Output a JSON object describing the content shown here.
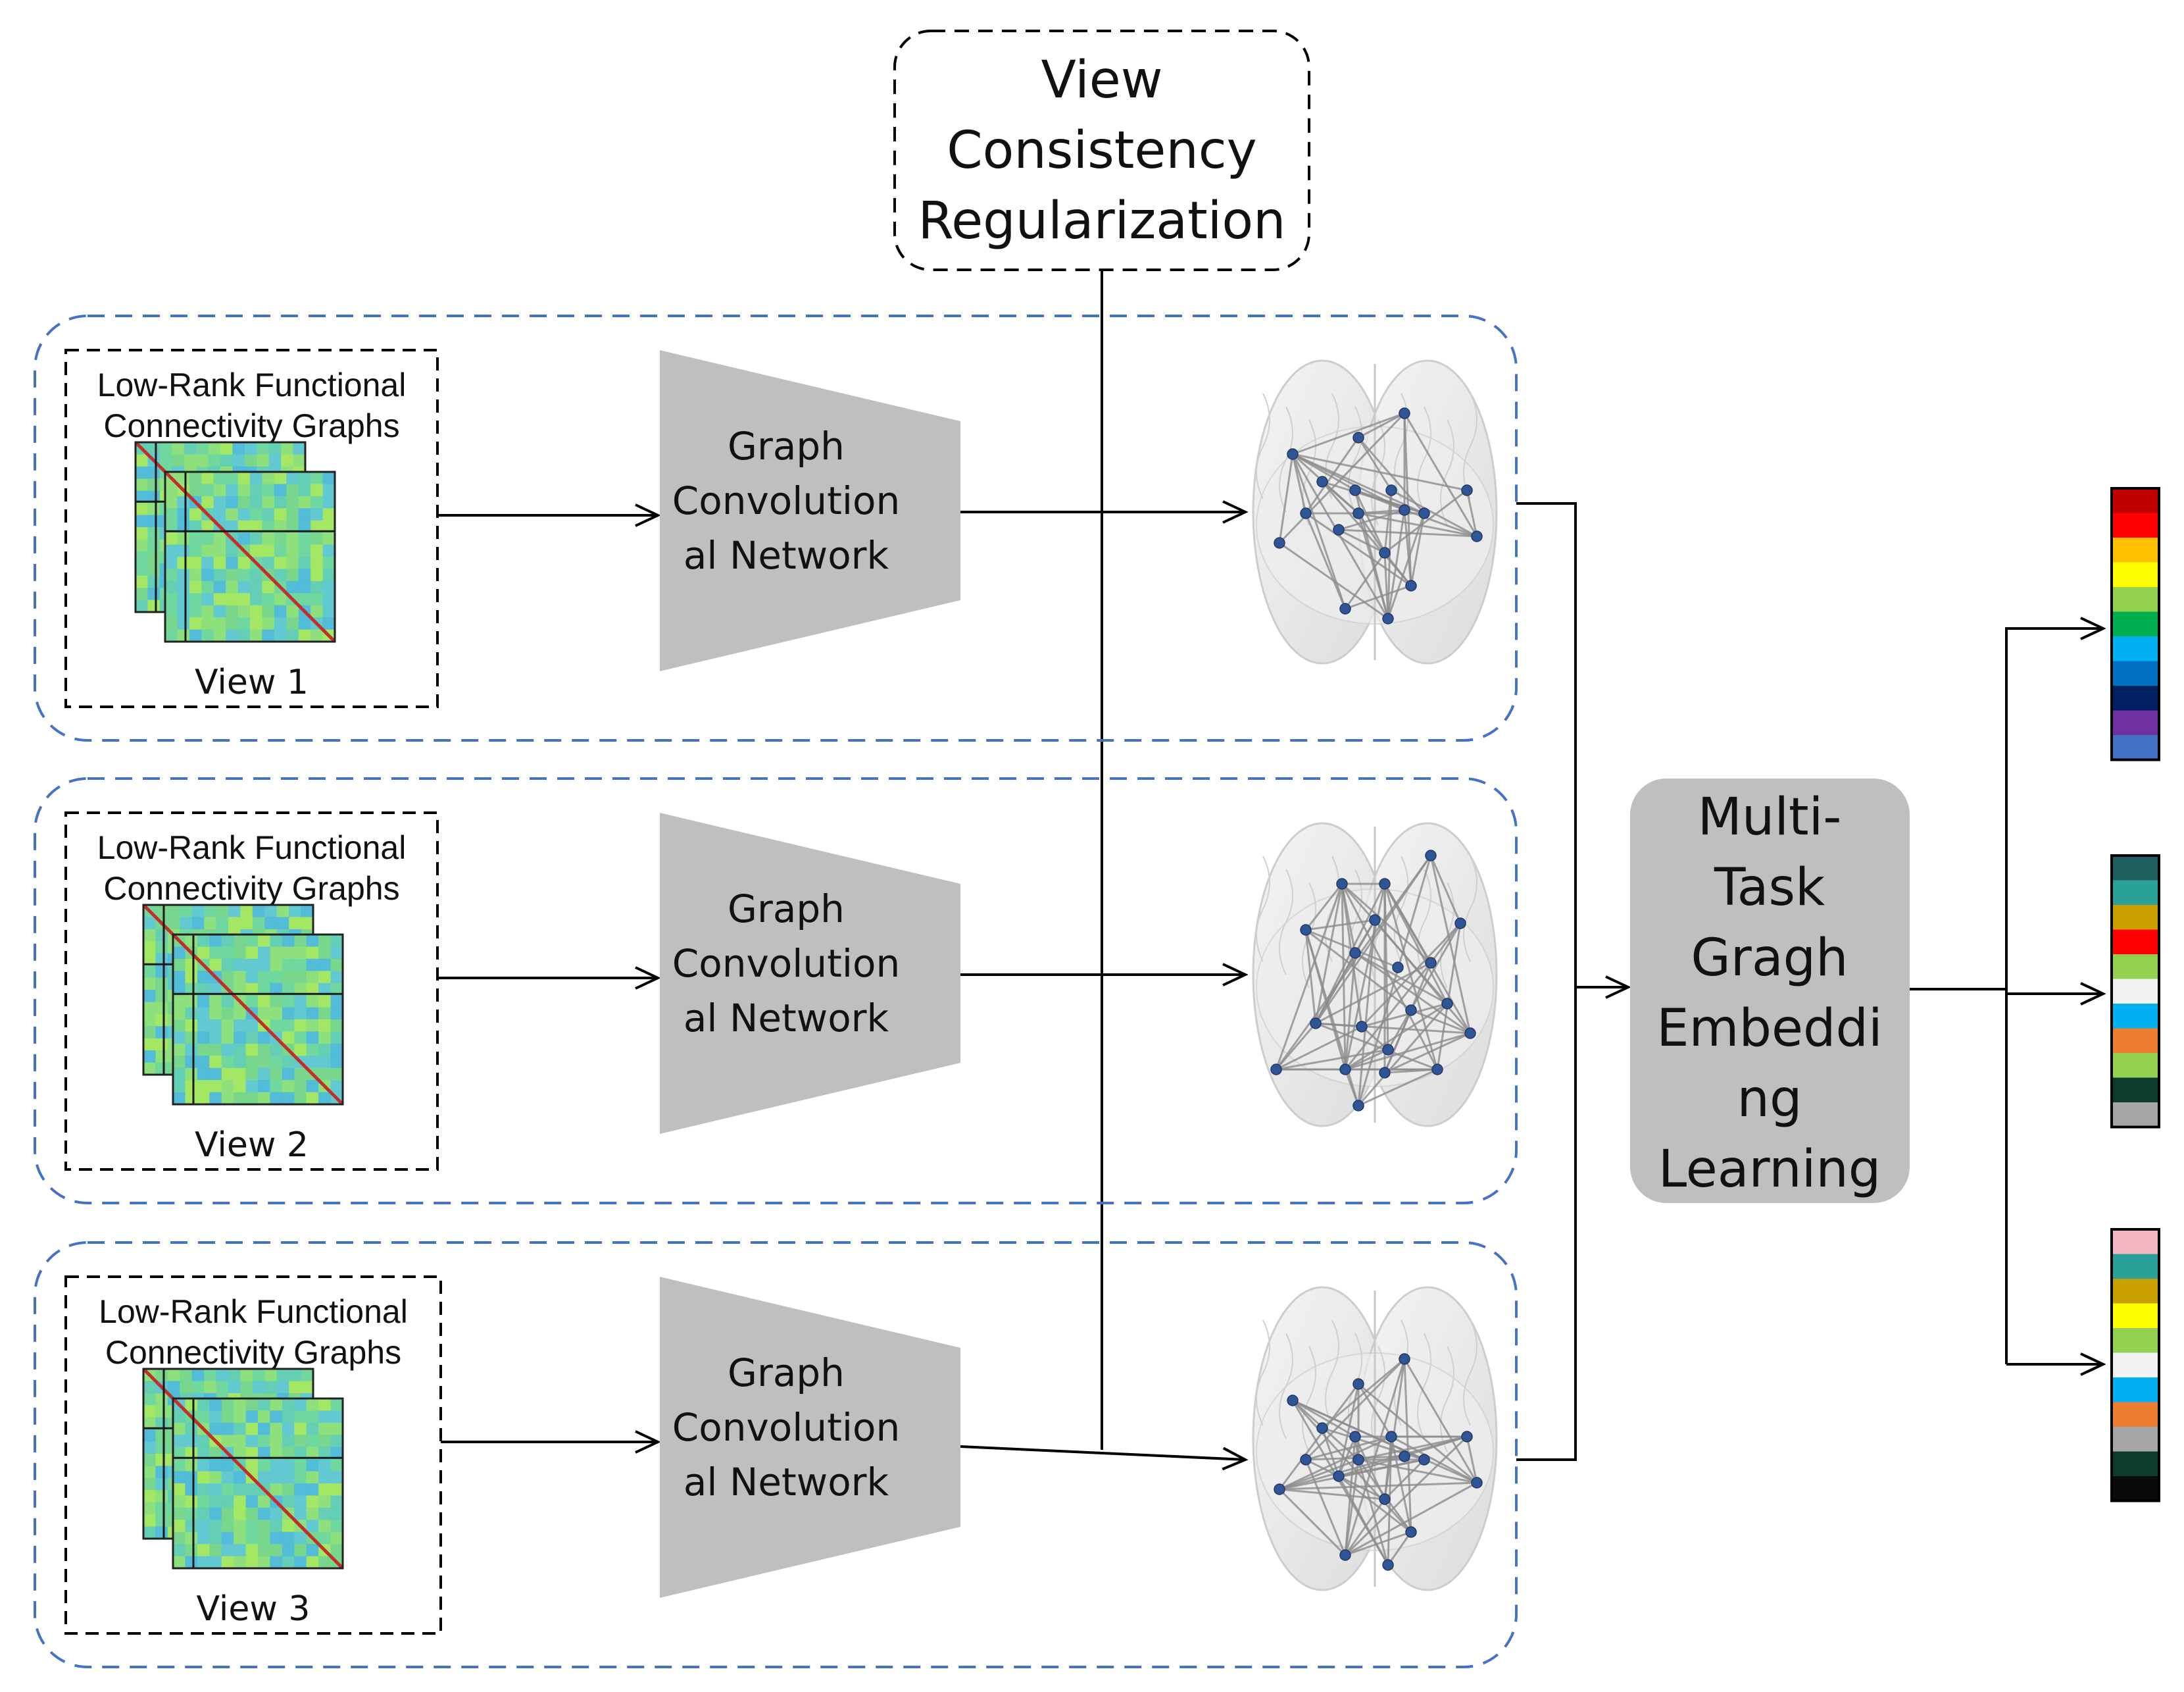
{
  "regularization": {
    "lines": [
      "View",
      "Consistency",
      "Regularization"
    ]
  },
  "views": [
    {
      "graph_title": [
        "Low-Rank Functional",
        "Connectivity Graphs"
      ],
      "view_label": "View 1",
      "gcn_lines": [
        "Graph",
        "Convolution",
        "al Network"
      ]
    },
    {
      "graph_title": [
        "Low-Rank Functional",
        "Connectivity Graphs"
      ],
      "view_label": "View 2",
      "gcn_lines": [
        "Graph",
        "Convolution",
        "al Network"
      ]
    },
    {
      "graph_title": [
        "Low-Rank Functional",
        "Connectivity Graphs"
      ],
      "view_label": "View 3",
      "gcn_lines": [
        "Graph",
        "Convolution",
        "al Network"
      ]
    }
  ],
  "mtl": {
    "lines": [
      "Multi-",
      "Task",
      "Gragh",
      "Embeddi",
      "ng",
      "Learning"
    ]
  },
  "colors": {
    "view_border": "#4472c4",
    "gcn_fill": "#bfbfbf",
    "mtl_fill": "#bfbfbf",
    "edge": "#8c8c8c",
    "node": "#2f5597",
    "arrow": "#000000"
  },
  "color_bars": [
    [
      "#c00000",
      "#ff0000",
      "#ffc000",
      "#ffff00",
      "#92d050",
      "#00b050",
      "#00b0f0",
      "#0070c0",
      "#002060",
      "#7030a0",
      "#4472c4"
    ],
    [
      "#1f5f5f",
      "#2aa198",
      "#c9a000",
      "#ff0000",
      "#92d050",
      "#f2f2f2",
      "#00b0f0",
      "#ed7d31",
      "#92d050",
      "#0d3b2e",
      "#a6a6a6"
    ],
    [
      "#f4b6c2",
      "#2aa198",
      "#c9a000",
      "#ffff00",
      "#92d050",
      "#f2f2f2",
      "#00b0f0",
      "#ed7d31",
      "#a6a6a6",
      "#0d3b2e",
      "#0a0a0a"
    ]
  ]
}
